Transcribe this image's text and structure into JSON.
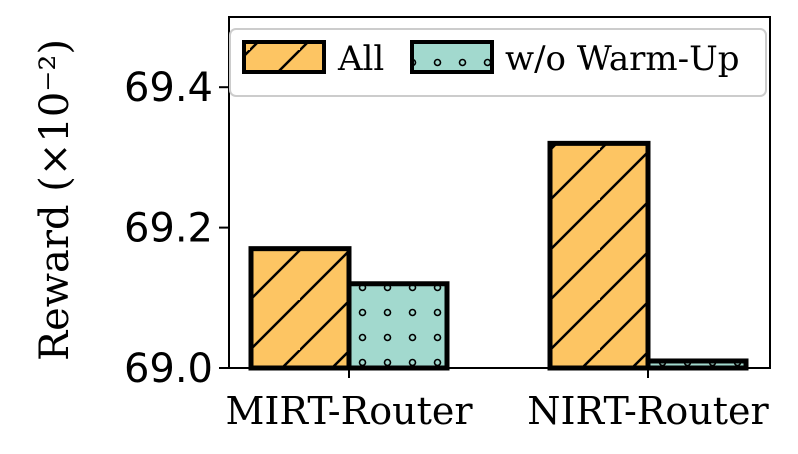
{
  "chart_data": {
    "type": "bar",
    "categories": [
      "MIRT-Router",
      "NIRT-Router"
    ],
    "series": [
      {
        "name": "All",
        "values": [
          69.17,
          69.32
        ],
        "color": "#FDC563",
        "pattern": "hatch-diagonal"
      },
      {
        "name": "w/o Warm-Up",
        "values": [
          69.12,
          69.01
        ],
        "color": "#A2D9CE",
        "pattern": "dots"
      }
    ],
    "ylabel": "Reward (×10⁻²)",
    "ylim": [
      69.0,
      69.5
    ],
    "yticks": [
      69.0,
      69.2,
      69.4
    ],
    "ytick_labels": [
      "69.0",
      "69.2",
      "69.4"
    ],
    "grid": false,
    "legend_position": "top"
  }
}
